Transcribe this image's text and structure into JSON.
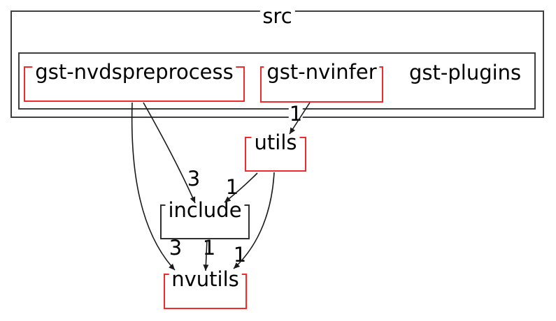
{
  "clusters": {
    "src": {
      "label": "src"
    },
    "gst-plugins": {
      "label": "gst-plugins"
    }
  },
  "nodes": {
    "gst-nvdspreprocess": {
      "label": "gst-nvdspreprocess",
      "border_color": "#f02b2b"
    },
    "gst-nvinfer": {
      "label": "gst-nvinfer",
      "border_color": "#f02b2b"
    },
    "utils": {
      "label": "utils",
      "border_color": "#f02b2b"
    },
    "include": {
      "label": "include",
      "border_color": "#303030"
    },
    "nvutils": {
      "label": "nvutils",
      "border_color": "#f02b2b"
    }
  },
  "edges": [
    {
      "from": "gst-nvinfer",
      "to": "utils",
      "label": "1"
    },
    {
      "from": "gst-nvdspreprocess",
      "to": "include",
      "label": "3"
    },
    {
      "from": "utils",
      "to": "include",
      "label": "1"
    },
    {
      "from": "gst-nvdspreprocess",
      "to": "nvutils",
      "label": "3"
    },
    {
      "from": "include",
      "to": "nvutils",
      "label": "1"
    },
    {
      "from": "utils",
      "to": "nvutils",
      "label": "1"
    }
  ],
  "colors": {
    "background": "#ffffff",
    "cluster_border": "#3f3f3f",
    "node_border_red": "#f02b2b",
    "node_border_black": "#303030",
    "edge": "#1a1a1a",
    "text": "#000000"
  }
}
